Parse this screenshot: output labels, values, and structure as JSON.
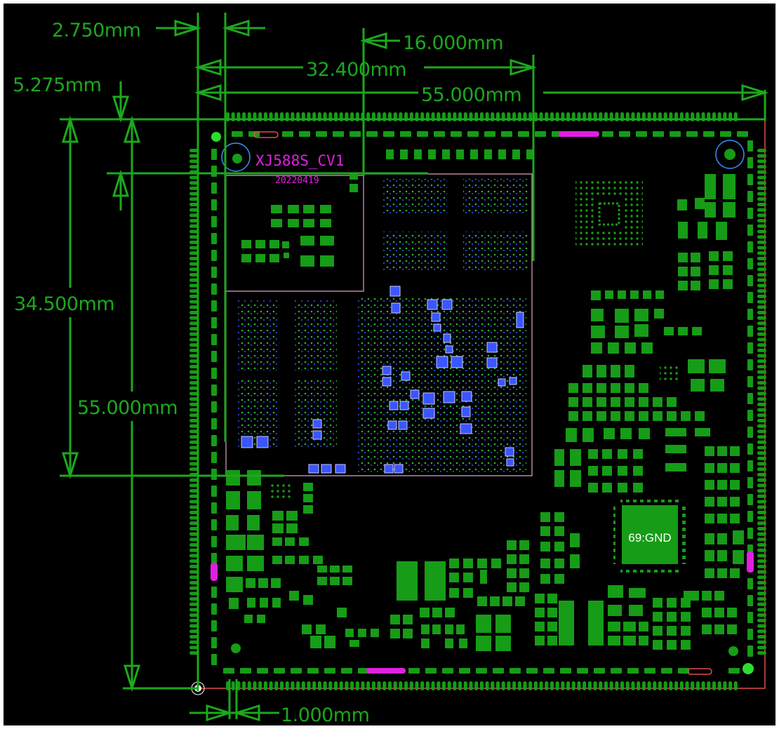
{
  "colors": {
    "background": "#000000",
    "copper": "#169c16",
    "dimension": "#1ca81c",
    "silkscreen": "#e020e0",
    "outline": "#e84a4a",
    "keepout": "#e0a0c8",
    "via": "#3a56ff",
    "chip_text": "#ffffff"
  },
  "board": {
    "name": "XJ588S_CV1",
    "date": "20220419",
    "chip_label": "69:GND"
  },
  "dimensions": {
    "d1": "2.750mm",
    "d2": "16.000mm",
    "d3": "32.400mm",
    "d4": "55.000mm",
    "d5": "5.275mm",
    "d6": "34.500mm",
    "d7": "55.000mm",
    "d8": "1.000mm"
  }
}
